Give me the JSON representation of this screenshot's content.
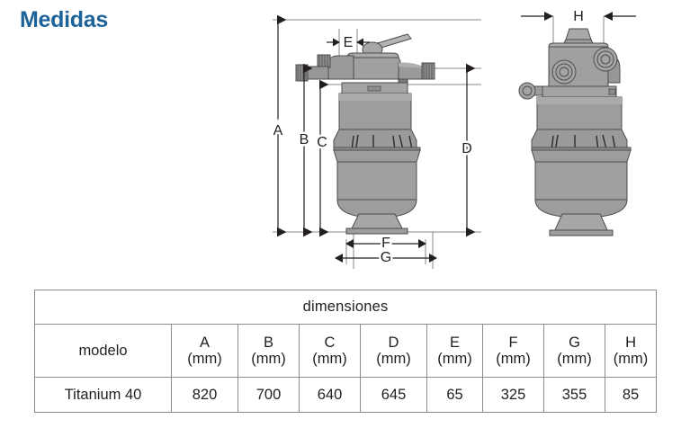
{
  "page": {
    "title": "Medidas",
    "title_color": "#1d6298",
    "background": "#ffffff"
  },
  "drawing": {
    "name": "filter-dimension-drawing",
    "views": [
      {
        "name": "front-view",
        "label": "front"
      },
      {
        "name": "side-view",
        "label": "side"
      }
    ],
    "dimension_labels": [
      "A",
      "B",
      "C",
      "D",
      "E",
      "F",
      "G",
      "H"
    ],
    "colors": {
      "body_fill": "#9d9d9d",
      "body_light": "#b4b4b4",
      "body_dark": "#868686",
      "outline": "#4c4c4c",
      "dim_line": "#231f20",
      "ext_line": "#8a8a8a"
    }
  },
  "table": {
    "name": "dimensions-table",
    "title": "dimensiones",
    "model_header": "modelo",
    "unit": "(mm)",
    "columns": [
      "A",
      "B",
      "C",
      "D",
      "E",
      "F",
      "G",
      "H"
    ],
    "rows": [
      {
        "model": "Titanium 40",
        "values": [
          "820",
          "700",
          "640",
          "645",
          "65",
          "325",
          "355",
          "85"
        ]
      }
    ]
  },
  "chart_data": {
    "type": "table",
    "title": "dimensiones",
    "categories": [
      "A (mm)",
      "B (mm)",
      "C (mm)",
      "D (mm)",
      "E (mm)",
      "F (mm)",
      "G (mm)",
      "H (mm)"
    ],
    "series": [
      {
        "name": "Titanium 40",
        "values": [
          820,
          700,
          640,
          645,
          65,
          325,
          355,
          85
        ]
      }
    ],
    "xlabel": "modelo",
    "ylabel": "mm"
  }
}
